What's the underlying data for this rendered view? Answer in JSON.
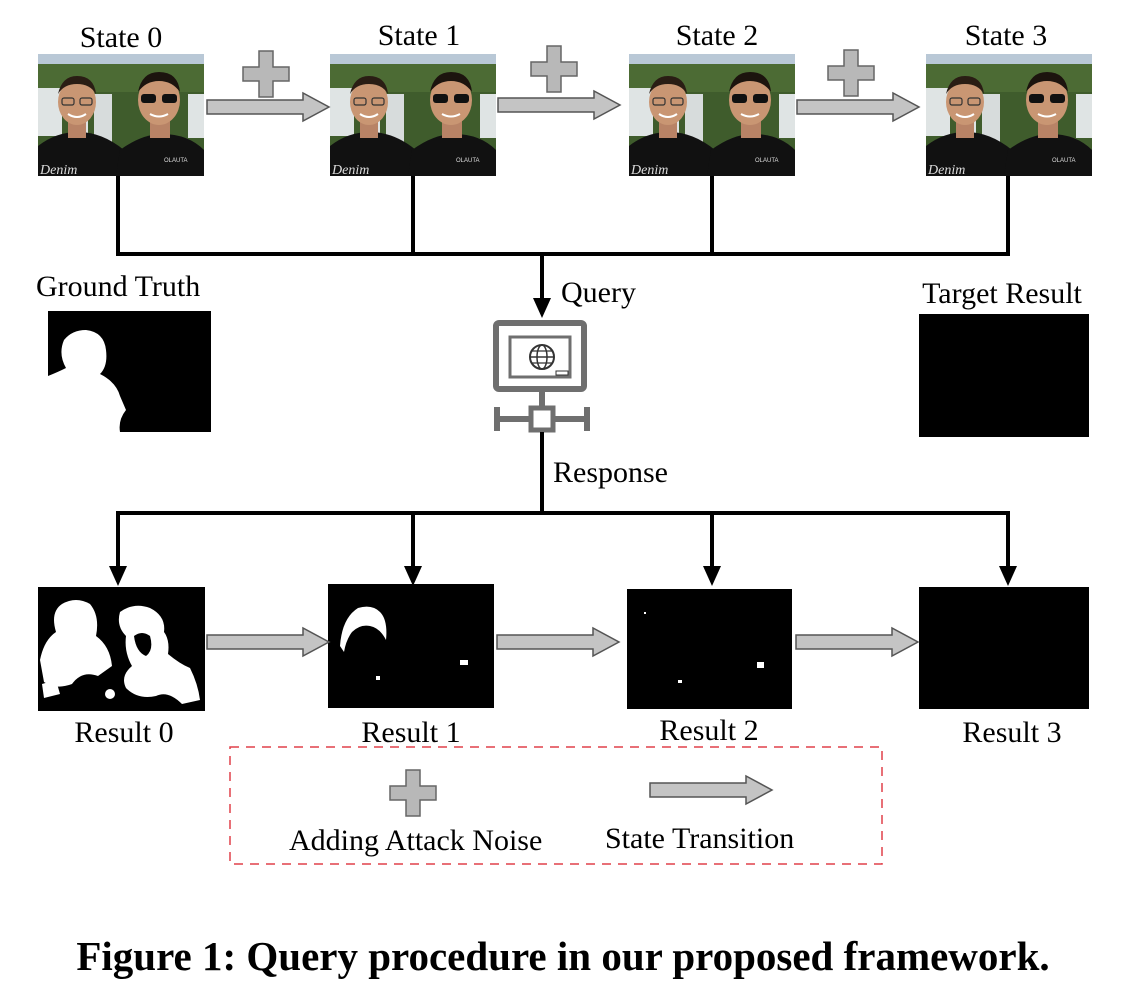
{
  "states": [
    {
      "label": "State 0"
    },
    {
      "label": "State 1"
    },
    {
      "label": "State 2"
    },
    {
      "label": "State 3"
    }
  ],
  "results": [
    {
      "label": "Result 0"
    },
    {
      "label": "Result 1"
    },
    {
      "label": "Result 2"
    },
    {
      "label": "Result 3"
    }
  ],
  "ground_truth_label": "Ground Truth",
  "target_result_label": "Target Result",
  "query_label": "Query",
  "response_label": "Response",
  "legend": {
    "noise_label": "Adding Attack Noise",
    "transition_label": "State Transition",
    "border_color": "#e0404a"
  },
  "caption": "Figure 1: Query procedure in our proposed framework.",
  "colors": {
    "arrow_fill": "#c4c4c4",
    "arrow_stroke": "#555555",
    "plus_fill": "#b8b8b8",
    "server_icon": "#6f6f6f",
    "mask_bg": "#000000",
    "mask_fg": "#ffffff",
    "photo_sky": "#b9c8d6",
    "photo_forest": "#3f5c2c",
    "photo_waterfall": "#dfe4e4",
    "photo_skin": "#c99673",
    "photo_shirt": "#111111"
  }
}
